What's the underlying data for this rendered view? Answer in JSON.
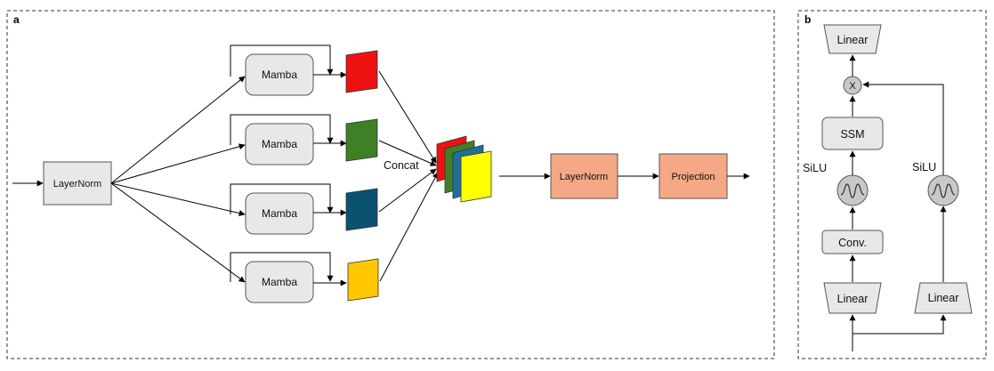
{
  "panel_a": {
    "label": "a",
    "input_node": "LayerNorm",
    "branches": [
      {
        "label": "Mamba",
        "color": "#ee1111"
      },
      {
        "label": "Mamba",
        "color": "#3f7f25"
      },
      {
        "label": "Mamba",
        "color": "#0b5170"
      },
      {
        "label": "Mamba",
        "color": "#ffc800"
      }
    ],
    "concat_label": "Concat",
    "stack_colors": [
      "#ee1111",
      "#3f7f25",
      "#1f6f9c",
      "#ffff00"
    ],
    "norm_label": "LayerNorm",
    "projection_label": "Projection"
  },
  "panel_b": {
    "label": "b",
    "top_linear": "Linear",
    "multiply_symbol": "X",
    "ssm": "SSM",
    "silu_left": "SiLU",
    "silu_right": "SiLU",
    "conv": "Conv.",
    "linear_left": "Linear",
    "linear_right": "Linear"
  },
  "colors": {
    "gray_fill": "#e8e8e8",
    "salmon_fill": "#f4a885",
    "circle_fill": "#c8c8c8"
  }
}
